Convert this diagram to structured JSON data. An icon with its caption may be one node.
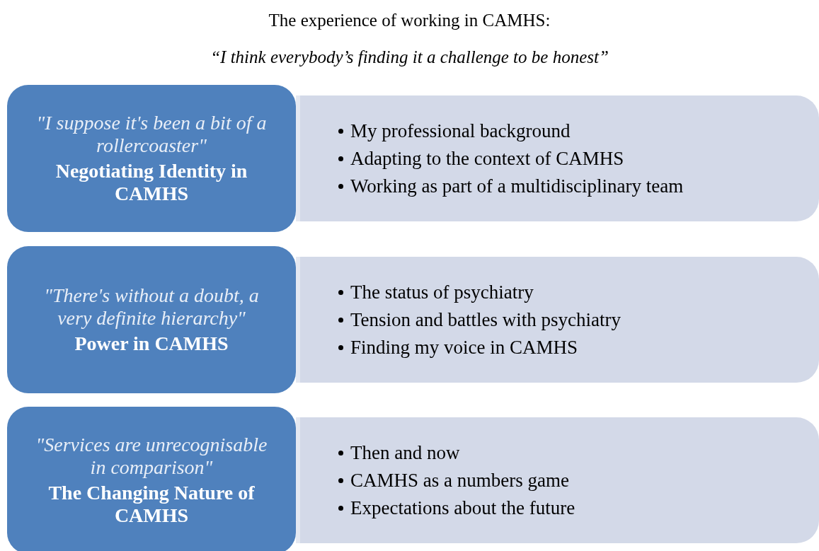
{
  "diagram": {
    "title": "The experience of working in CAMHS:",
    "caption": "“I think everybody’s finding it a challenge to be honest”",
    "nodes": [
      {
        "text": [
          "\"I suppose it's been a bit of a rollercoaster\"",
          "Negotiating Identity in CAMHS"
        ]
      },
      {
        "text": [
          "My professional background",
          "Adapting to the context of CAMHS",
          "Working as part of a multidisciplinary team"
        ]
      },
      {
        "text": [
          "\"There's without a doubt, a very definite hierarchy\"",
          "Power in CAMHS"
        ]
      },
      {
        "text": [
          "The status of psychiatry",
          "Tension and battles with psychiatry",
          "Finding my voice in CAMHS"
        ]
      },
      {
        "text": [
          "\"Services are unrecognisable in comparison\"",
          "The Changing Nature of CAMHS"
        ]
      },
      {
        "text": [
          "Then and now",
          "CAMHS as a numbers game",
          "Expectations about the future"
        ]
      }
    ]
  }
}
